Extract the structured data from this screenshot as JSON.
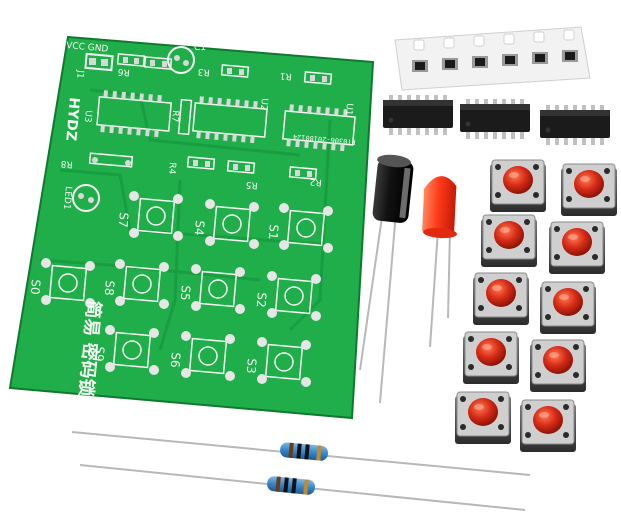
{
  "scene": {
    "subject": "electronic password lock DIY kit components",
    "pcb": {
      "brand": "HYDZ",
      "part_code": "FT0306-20180124",
      "power_labels": [
        "VCC",
        "GND"
      ],
      "connector_label": "J1",
      "chinese_title": "简易 密码锁",
      "resistor_labels": [
        "R1",
        "R2",
        "R3",
        "R4",
        "R5",
        "R6",
        "R7",
        "R8"
      ],
      "capacitor_label": "C1",
      "ic_labels": [
        "U1",
        "U2",
        "U3"
      ],
      "led_label": "LED1",
      "switch_labels": [
        "S0",
        "S1",
        "S2",
        "S3",
        "S4",
        "S5",
        "S6",
        "S7",
        "S8",
        "S9"
      ]
    },
    "loose_parts": {
      "smd_resistor_tape_count": 6,
      "ic_chip_count": 3,
      "tactile_button_count": 10,
      "electrolytic_capacitor_count": 1,
      "red_led_count": 1,
      "axial_resistor_count": 2
    },
    "colors": {
      "pcb_green": "#1fae4a",
      "silkscreen": "#f4f7f2",
      "button_red": "#d62b16",
      "led_red": "#ff3a1a",
      "resistor_blue": "#3a86c8"
    }
  }
}
